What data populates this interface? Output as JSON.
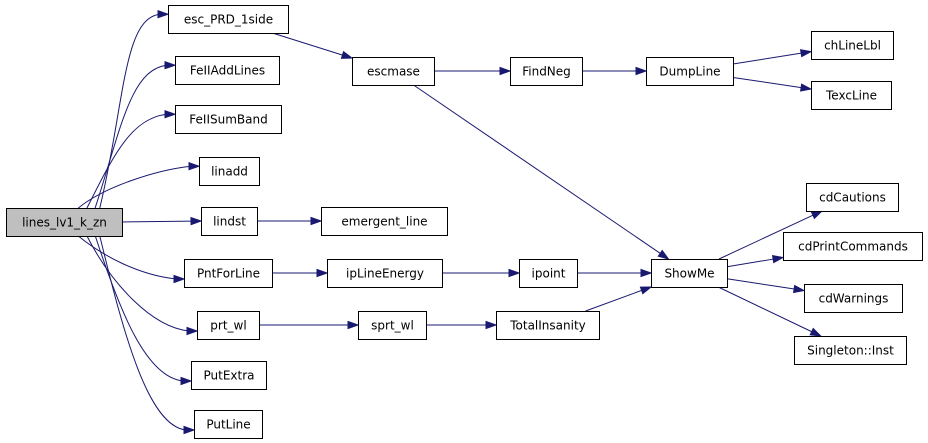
{
  "graph": {
    "colors": {
      "edge": "#191970",
      "root_fill": "#bfbfbf",
      "node_fill": "#ffffff",
      "node_stroke": "#000000"
    },
    "nodes": [
      {
        "id": "lines_lv1_k_zn",
        "label": "lines_lv1_k_zn",
        "root": true
      },
      {
        "id": "esc_PRD_1side",
        "label": "esc_PRD_1side"
      },
      {
        "id": "FeIIAddLines",
        "label": "FeIIAddLines"
      },
      {
        "id": "FeIISumBand",
        "label": "FeIISumBand"
      },
      {
        "id": "linadd",
        "label": "linadd"
      },
      {
        "id": "lindst",
        "label": "lindst"
      },
      {
        "id": "PntForLine",
        "label": "PntForLine"
      },
      {
        "id": "prt_wl",
        "label": "prt_wl"
      },
      {
        "id": "PutExtra",
        "label": "PutExtra"
      },
      {
        "id": "PutLine",
        "label": "PutLine"
      },
      {
        "id": "escmase",
        "label": "escmase"
      },
      {
        "id": "emergent_line",
        "label": "emergent_line"
      },
      {
        "id": "ipLineEnergy",
        "label": "ipLineEnergy"
      },
      {
        "id": "sprt_wl",
        "label": "sprt_wl"
      },
      {
        "id": "FindNeg",
        "label": "FindNeg"
      },
      {
        "id": "ipoint",
        "label": "ipoint"
      },
      {
        "id": "TotalInsanity",
        "label": "TotalInsanity"
      },
      {
        "id": "DumpLine",
        "label": "DumpLine"
      },
      {
        "id": "ShowMe",
        "label": "ShowMe"
      },
      {
        "id": "chLineLbl",
        "label": "chLineLbl"
      },
      {
        "id": "TexcLine",
        "label": "TexcLine"
      },
      {
        "id": "cdCautions",
        "label": "cdCautions"
      },
      {
        "id": "cdPrintCommands",
        "label": "cdPrintCommands"
      },
      {
        "id": "cdWarnings",
        "label": "cdWarnings"
      },
      {
        "id": "Singleton_Inst",
        "label": "Singleton::Inst"
      }
    ],
    "edges": [
      [
        "lines_lv1_k_zn",
        "esc_PRD_1side"
      ],
      [
        "lines_lv1_k_zn",
        "FeIIAddLines"
      ],
      [
        "lines_lv1_k_zn",
        "FeIISumBand"
      ],
      [
        "lines_lv1_k_zn",
        "linadd"
      ],
      [
        "lines_lv1_k_zn",
        "lindst"
      ],
      [
        "lines_lv1_k_zn",
        "PntForLine"
      ],
      [
        "lines_lv1_k_zn",
        "prt_wl"
      ],
      [
        "lines_lv1_k_zn",
        "PutExtra"
      ],
      [
        "lines_lv1_k_zn",
        "PutLine"
      ],
      [
        "esc_PRD_1side",
        "escmase"
      ],
      [
        "escmase",
        "FindNeg"
      ],
      [
        "escmase",
        "ShowMe"
      ],
      [
        "FindNeg",
        "DumpLine"
      ],
      [
        "DumpLine",
        "chLineLbl"
      ],
      [
        "DumpLine",
        "TexcLine"
      ],
      [
        "lindst",
        "emergent_line"
      ],
      [
        "PntForLine",
        "ipLineEnergy"
      ],
      [
        "ipLineEnergy",
        "ipoint"
      ],
      [
        "ipoint",
        "ShowMe"
      ],
      [
        "prt_wl",
        "sprt_wl"
      ],
      [
        "sprt_wl",
        "TotalInsanity"
      ],
      [
        "TotalInsanity",
        "ShowMe"
      ],
      [
        "ShowMe",
        "cdCautions"
      ],
      [
        "ShowMe",
        "cdPrintCommands"
      ],
      [
        "ShowMe",
        "cdWarnings"
      ],
      [
        "ShowMe",
        "Singleton_Inst"
      ]
    ]
  }
}
